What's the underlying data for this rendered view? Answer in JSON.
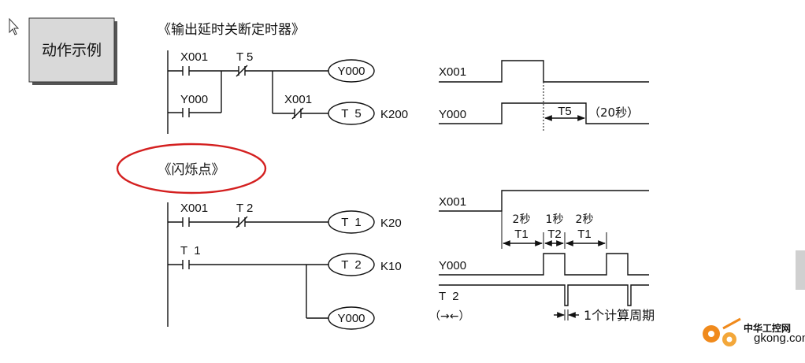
{
  "example_button": {
    "label": "动作示例"
  },
  "section1": {
    "title": "《输出延时关断定时器》",
    "rung1": {
      "contact1": "X001",
      "contact2": "T 5",
      "coil": "Y000"
    },
    "rung2": {
      "contact_or": "Y000",
      "contact": "X001",
      "coil": "T  5",
      "preset": "K200"
    },
    "timing": {
      "signal1": "X001",
      "signal2": "Y000",
      "interval": "T5",
      "note": "（20秒）"
    }
  },
  "section2": {
    "title": "《闪烁点》",
    "rung1": {
      "contact1": "X001",
      "contact2": "T 2",
      "coil": "T  1",
      "preset": "K20"
    },
    "rung2": {
      "contact": "T  1",
      "coil": "T  2",
      "preset": "K10"
    },
    "rung3": {
      "coil": "Y000"
    },
    "timing": {
      "signal1": "X001",
      "signal2": "Y000",
      "signal3": "T  2",
      "t2_symbol": "（→←）",
      "seg1_time": "2秒",
      "seg1_name": "T1",
      "seg2_time": "1秒",
      "seg2_name": "T2",
      "seg3_time": "2秒",
      "seg3_name": "T1",
      "scan_note": "1个计算周期"
    }
  },
  "watermark": {
    "brand": "中华工控网",
    "url": "gkong.com"
  },
  "colors": {
    "highlight_ellipse": "#d42020",
    "button_bg": "#d9d9d9",
    "watermark": "#f08a1c"
  }
}
